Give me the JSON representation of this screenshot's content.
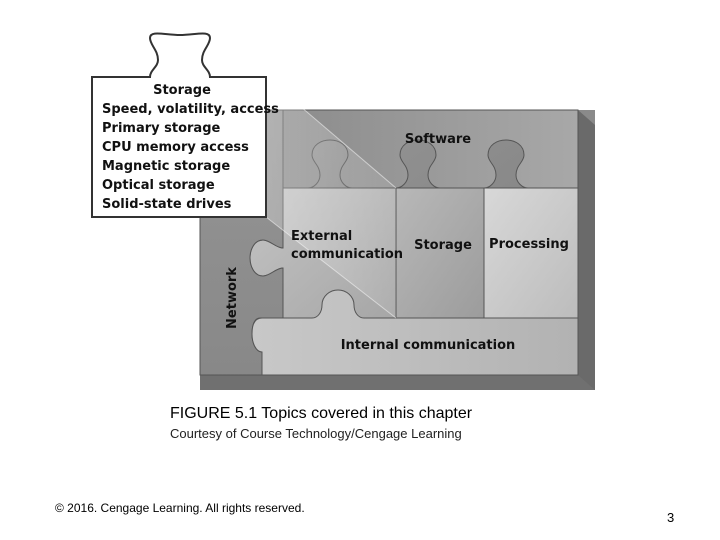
{
  "diagram": {
    "callout": {
      "title": "Storage",
      "items": [
        "Speed, volatility, access",
        "Primary storage",
        "CPU memory access",
        "Magnetic storage",
        "Optical storage",
        "Solid-state drives"
      ]
    },
    "pieces": {
      "software": "Software",
      "external_line1": "External",
      "external_line2": "communication",
      "storage": "Storage",
      "processing": "Processing",
      "network": "Network",
      "internal": "Internal communication"
    }
  },
  "caption": "FIGURE 5.1 Topics covered in this chapter",
  "credit": "Courtesy of Course Technology/Cengage Learning",
  "copyright": "© 2016. Cengage Learning. All rights reserved.",
  "page_number": "3"
}
